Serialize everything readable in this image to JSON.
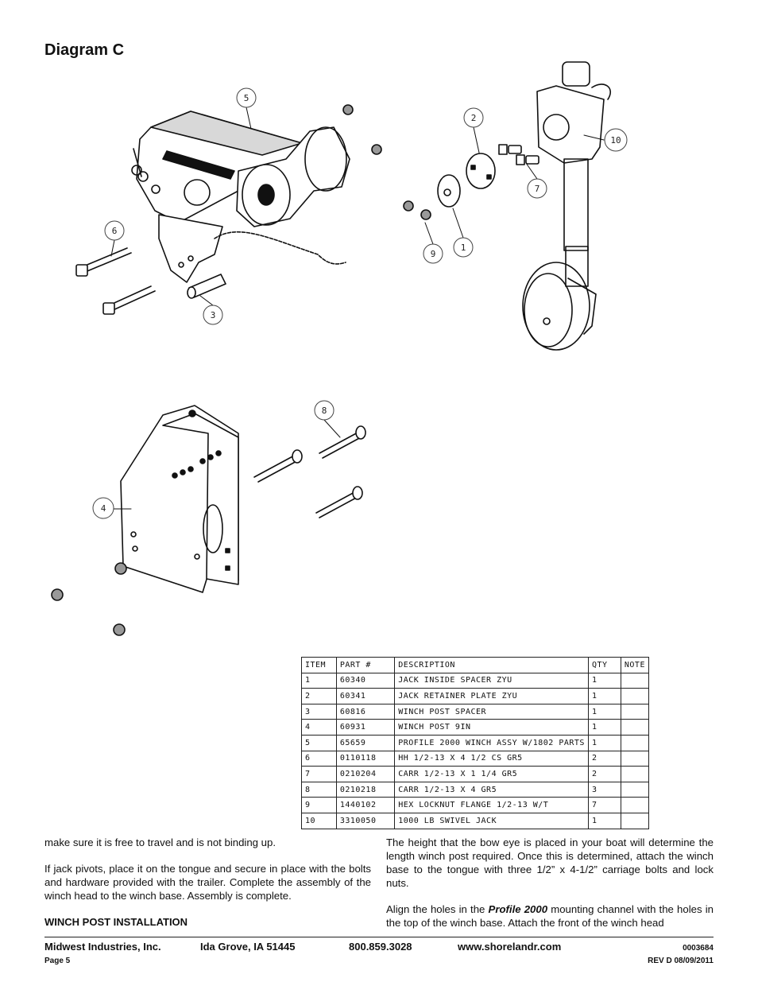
{
  "title": "Diagram C",
  "callouts": [
    "5",
    "2",
    "10",
    "7",
    "9",
    "1",
    "6",
    "3",
    "8",
    "4"
  ],
  "table": {
    "headers": [
      "ITEM",
      "PART #",
      "DESCRIPTION",
      "QTY",
      "NOTE"
    ],
    "rows": [
      [
        "1",
        "60340",
        "JACK INSIDE SPACER ZYU",
        "1",
        ""
      ],
      [
        "2",
        "60341",
        "JACK RETAINER PLATE ZYU",
        "1",
        ""
      ],
      [
        "3",
        "60816",
        "WINCH POST SPACER",
        "1",
        ""
      ],
      [
        "4",
        "60931",
        "WINCH POST 9IN",
        "1",
        ""
      ],
      [
        "5",
        "65659",
        "PROFILE 2000 WINCH ASSY W/1802 PARTS",
        "1",
        ""
      ],
      [
        "6",
        "0110118",
        "HH 1/2-13 X 4 1/2 CS GR5",
        "2",
        ""
      ],
      [
        "7",
        "0210204",
        "CARR 1/2-13 X 1 1/4 GR5",
        "2",
        ""
      ],
      [
        "8",
        "0210218",
        "CARR 1/2-13 X 4 GR5",
        "3",
        ""
      ],
      [
        "9",
        "1440102",
        "HEX LOCKNUT FLANGE 1/2-13 W/T",
        "7",
        ""
      ],
      [
        "10",
        "3310050",
        "1000 LB SWIVEL JACK",
        "1",
        ""
      ]
    ]
  },
  "left_col": {
    "p1": "make sure it is free to travel and is not binding up.",
    "p2": "If jack pivots, place it on the tongue and secure in place with the bolts and hardware provided with the trailer. Complete the assembly of the winch head to the winch base. Assembly is complete.",
    "heading": "WINCH POST INSTALLATION"
  },
  "right_col": {
    "p1": "The height that the bow eye is placed in your boat will determine the length winch post required. Once this is determined, attach the winch base to the tongue with three 1/2” x 4-1/2” carriage bolts and lock nuts.",
    "p2_before": "Align the holes in the ",
    "p2_em": "Profile 2000",
    "p2_after": " mounting channel with the holes in the top of the winch base. Attach the front of the winch head"
  },
  "footer": {
    "company": "Midwest Industries, Inc.",
    "city": "Ida Grove, IA  51445",
    "phone": "800.859.3028",
    "web": "www.shorelandr.com",
    "doc_no": "0003684",
    "page": "Page 5",
    "rev": "REV D  08/09/2011"
  }
}
